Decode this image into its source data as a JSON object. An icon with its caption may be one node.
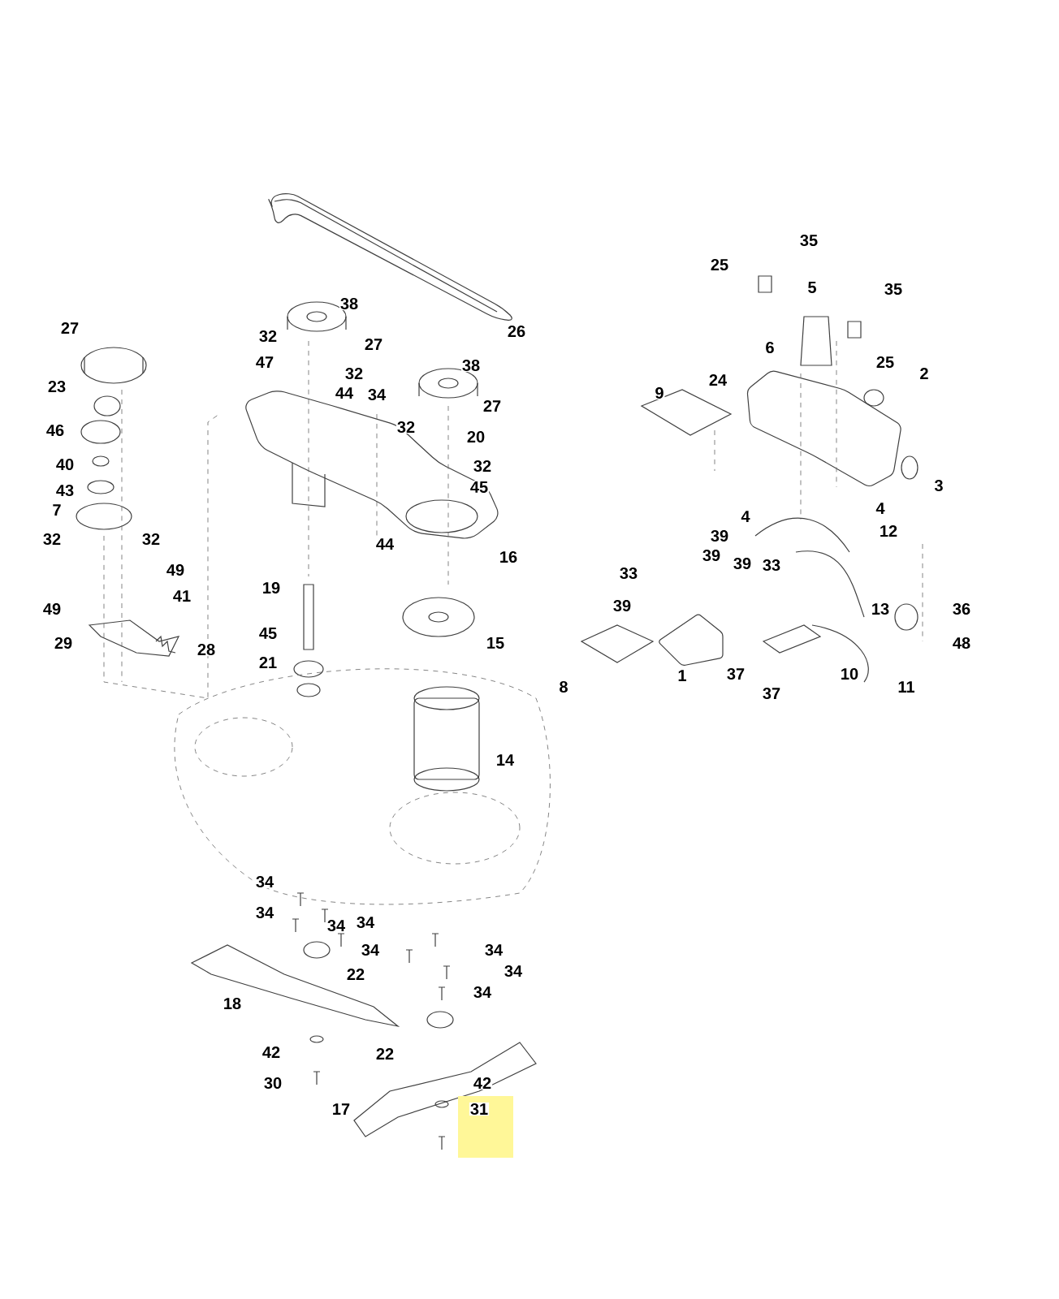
{
  "diagram": {
    "labels": [
      "35",
      "25",
      "5",
      "35",
      "38",
      "27",
      "26",
      "32",
      "27",
      "6",
      "25",
      "47",
      "38",
      "32",
      "2",
      "23",
      "24",
      "44",
      "34",
      "9",
      "27",
      "32",
      "46",
      "20",
      "40",
      "32",
      "3",
      "45",
      "43",
      "7",
      "4",
      "4",
      "12",
      "39",
      "32",
      "32",
      "44",
      "39",
      "16",
      "39",
      "33",
      "49",
      "33",
      "19",
      "41",
      "39",
      "49",
      "13",
      "36",
      "45",
      "15",
      "29",
      "48",
      "28",
      "21",
      "37",
      "1",
      "10",
      "8",
      "11",
      "37",
      "14",
      "34",
      "34",
      "34",
      "34",
      "34",
      "34",
      "34",
      "22",
      "34",
      "18",
      "42",
      "22",
      "30",
      "42",
      "17",
      "31"
    ]
  }
}
